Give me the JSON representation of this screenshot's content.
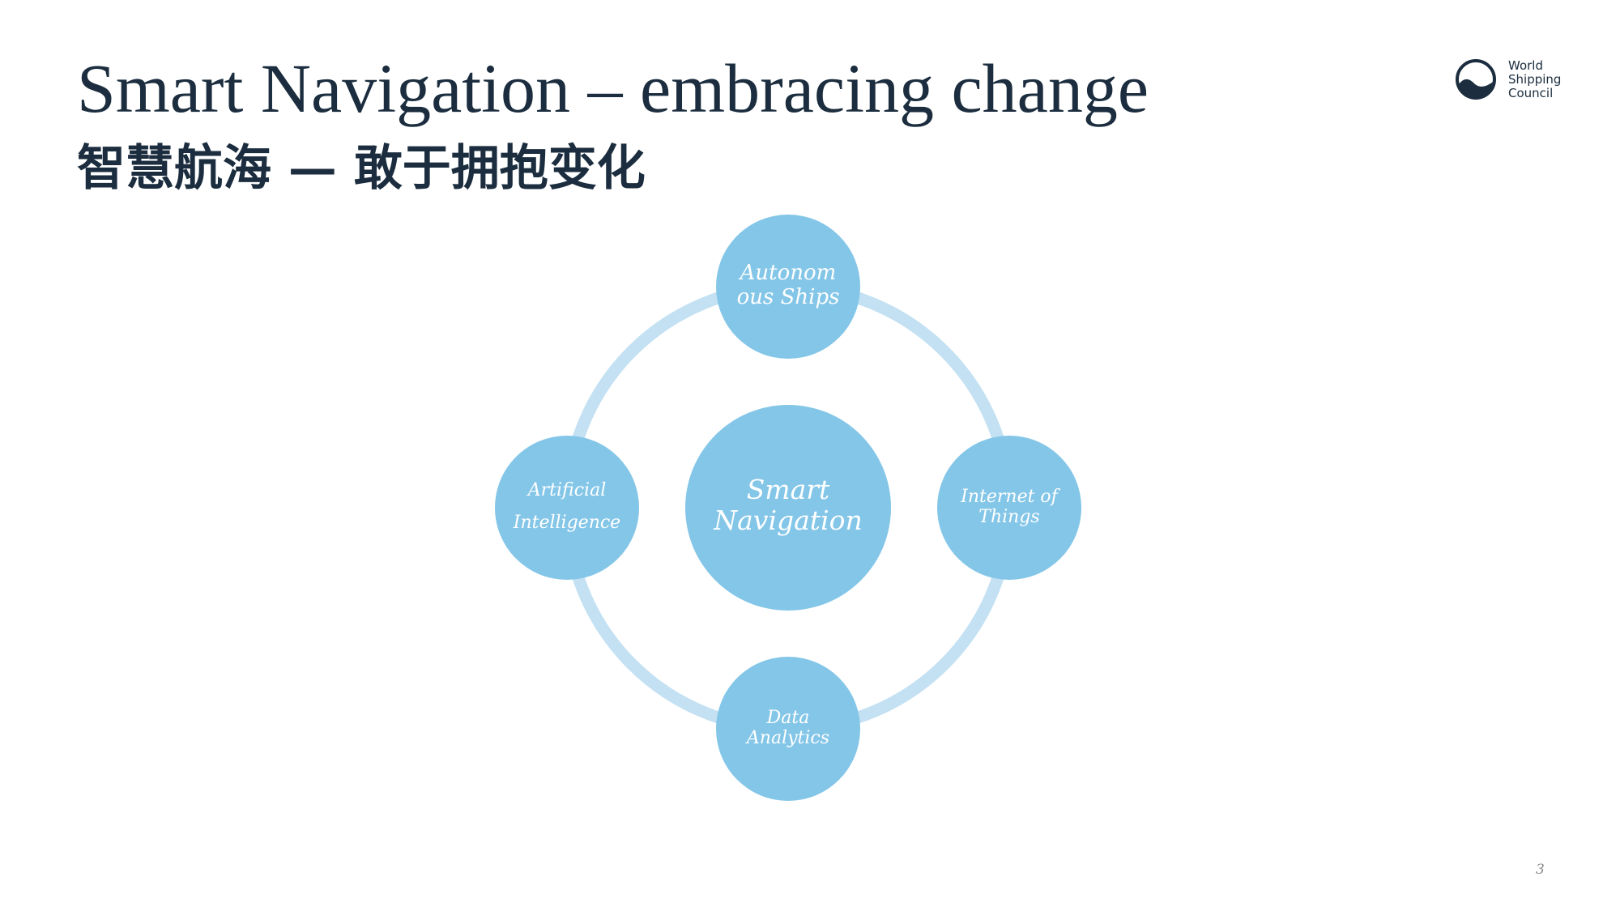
{
  "slide": {
    "title": "Smart Navigation – embracing change",
    "subtitle": "智慧航海 — 敢于拥抱变化",
    "page_number": "3"
  },
  "logo": {
    "icon": "world-shipping-council-logo",
    "lines": [
      "World",
      "Shipping",
      "Council"
    ]
  },
  "colors": {
    "title": "#1b2d3e",
    "node_fill": "#84c6e8",
    "ring": "#c4e1f3",
    "node_text": "#ffffff"
  },
  "diagram": {
    "center": {
      "lines": [
        "Smart",
        "Navigation"
      ]
    },
    "nodes": [
      {
        "id": "autonomous-ships",
        "position": "top",
        "lines": [
          "Autonom",
          "ous Ships"
        ]
      },
      {
        "id": "internet-of-things",
        "position": "right",
        "lines": [
          "Internet of",
          "Things"
        ]
      },
      {
        "id": "data-analytics",
        "position": "bottom",
        "lines": [
          "Data",
          "Analytics"
        ]
      },
      {
        "id": "artificial-intelligence",
        "position": "left",
        "lines": [
          "Artificial",
          "Intelligence"
        ]
      }
    ]
  }
}
